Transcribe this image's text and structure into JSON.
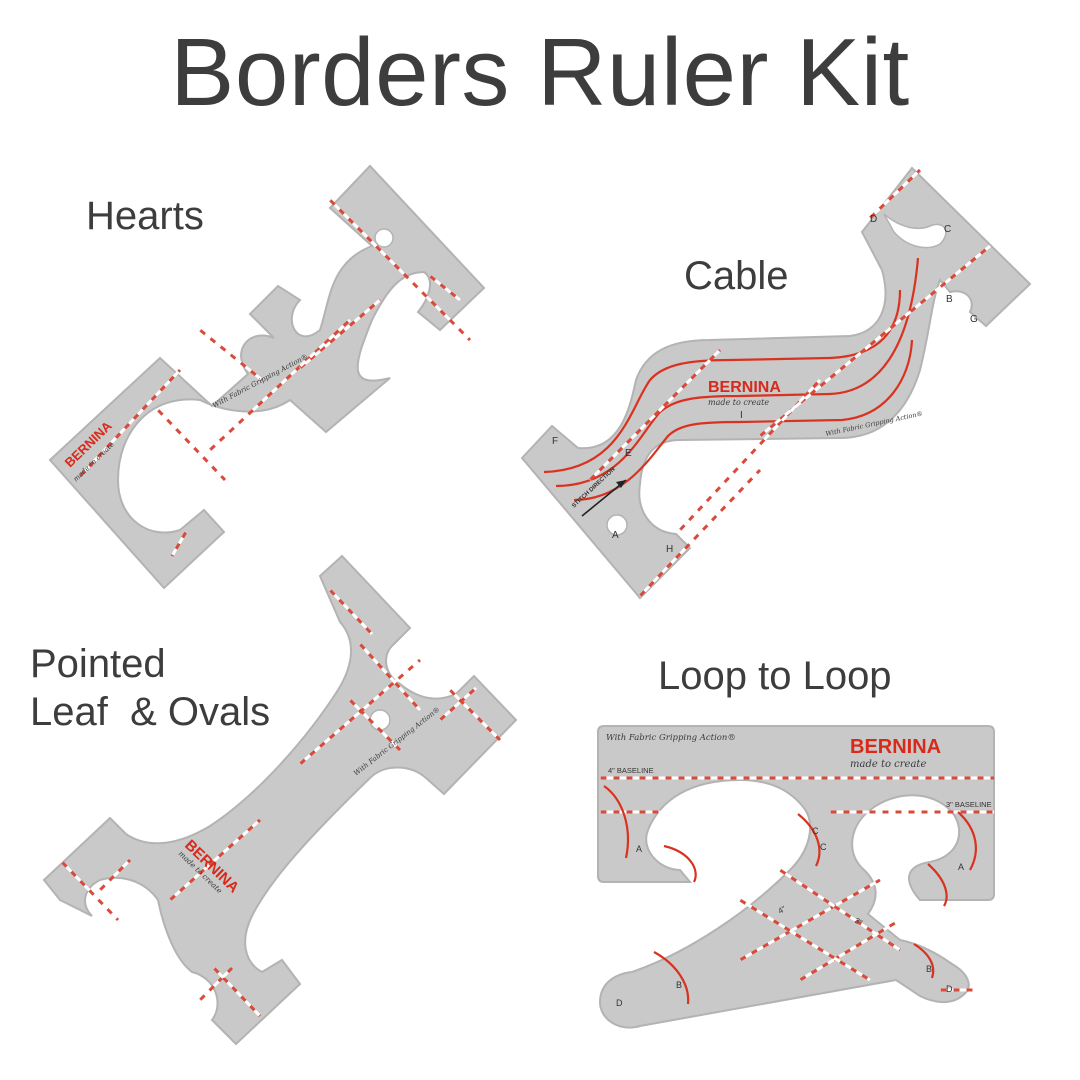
{
  "title": "Borders Ruler Kit",
  "colors": {
    "brand": "#d72a1a",
    "ruler": "#c9c9c9",
    "text": "#3d3d3d"
  },
  "brand": {
    "name": "BERNINA",
    "tagline": "made to create"
  },
  "grip_text": "With Fabric Gripping Action®",
  "rulers": {
    "hearts": {
      "label": "Hearts"
    },
    "cable": {
      "label": "Cable",
      "stitch_direction": "STITCH DIRECTION",
      "marks": {
        "a": "A",
        "b": "B",
        "c": "C",
        "d": "D",
        "e": "E",
        "f": "F",
        "g": "G",
        "h": "H",
        "i": "I"
      }
    },
    "leaf": {
      "label_line1": "Pointed",
      "label_line2": "Leaf  & Ovals"
    },
    "loop": {
      "label": "Loop to Loop",
      "baseline_4": "4\" BASELINE",
      "baseline_3": "3\" BASELINE",
      "dim_4": "4\"",
      "dim_3": "3\"",
      "marks": {
        "a": "A",
        "b": "B",
        "c": "C",
        "d": "D"
      }
    }
  }
}
